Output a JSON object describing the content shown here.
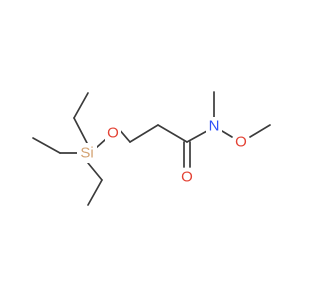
{
  "molecule": {
    "atoms": {
      "si": {
        "label": "Si",
        "color": "#d4a373"
      },
      "o_ether": {
        "label": "O",
        "color": "#e34234"
      },
      "n_amide": {
        "label": "N",
        "color": "#3050f8"
      },
      "o_methoxy": {
        "label": "O",
        "color": "#e34234"
      },
      "o_carbonyl": {
        "label": "O",
        "color": "#e34234"
      }
    },
    "bond_color": "#3b3b3b"
  }
}
